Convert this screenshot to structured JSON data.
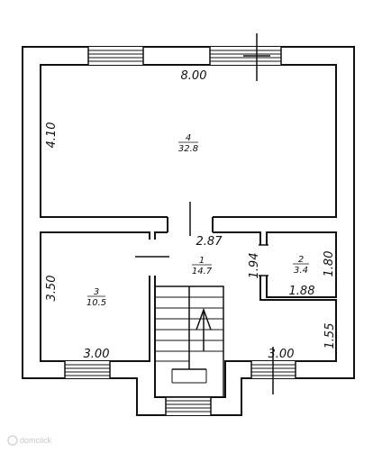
{
  "rooms": [
    {
      "number": "4",
      "area": "32.8"
    },
    {
      "number": "1",
      "area": "14.7"
    },
    {
      "number": "2",
      "area": "3.4"
    },
    {
      "number": "3",
      "area": "10.5"
    }
  ],
  "dimensions": {
    "room4_width": "8.00",
    "room4_depth": "4.10",
    "hall_width": "2.87",
    "bath_height": "1.80",
    "bath_width": "1.88",
    "bath_side": "1.94",
    "stair_side": "1.55",
    "room3_depth": "3.50",
    "room3_width": "3.00",
    "right_bottom_width": "3.00"
  },
  "watermark": "domclick"
}
